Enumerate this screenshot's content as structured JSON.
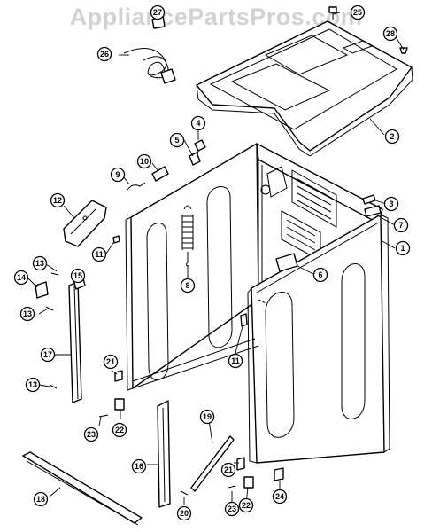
{
  "watermark": "AppliancePartsPros.com",
  "diagram": {
    "callouts": [
      {
        "label": "1"
      },
      {
        "label": "2"
      },
      {
        "label": "3"
      },
      {
        "label": "4"
      },
      {
        "label": "5"
      },
      {
        "label": "6"
      },
      {
        "label": "7"
      },
      {
        "label": "8"
      },
      {
        "label": "9"
      },
      {
        "label": "10"
      },
      {
        "label": "11"
      },
      {
        "label": "11"
      },
      {
        "label": "12"
      },
      {
        "label": "13"
      },
      {
        "label": "13"
      },
      {
        "label": "13"
      },
      {
        "label": "14"
      },
      {
        "label": "15"
      },
      {
        "label": "16"
      },
      {
        "label": "17"
      },
      {
        "label": "18"
      },
      {
        "label": "19"
      },
      {
        "label": "20"
      },
      {
        "label": "21"
      },
      {
        "label": "21"
      },
      {
        "label": "22"
      },
      {
        "label": "22"
      },
      {
        "label": "23"
      },
      {
        "label": "23"
      },
      {
        "label": "24"
      },
      {
        "label": "25"
      },
      {
        "label": "26"
      },
      {
        "label": "27"
      },
      {
        "label": "28"
      }
    ]
  }
}
